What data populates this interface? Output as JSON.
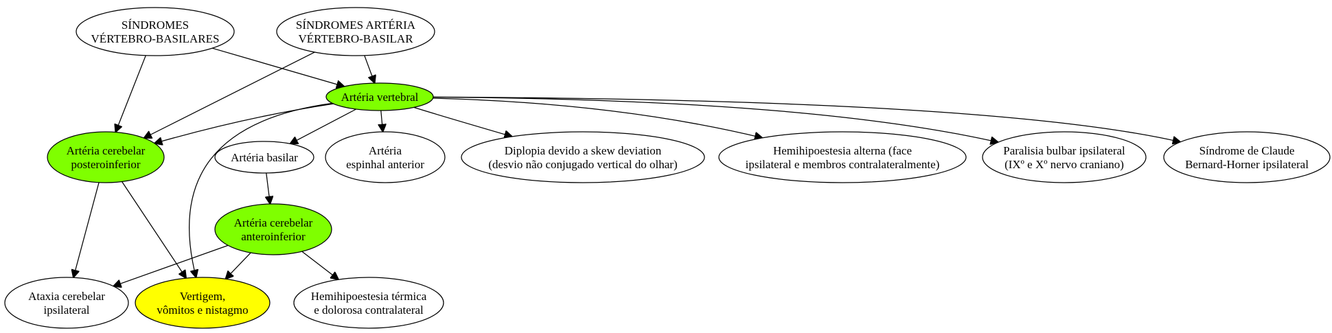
{
  "colors": {
    "default_fill": "#ffffff",
    "highlight_green": "#7fff00",
    "highlight_yellow": "#ffff00",
    "stroke": "#000000"
  },
  "nodes": [
    {
      "id": "sindromes-vertebro-basilares",
      "lines": [
        "SÍNDROMES",
        "VÉRTEBRO-BASILARES"
      ],
      "fill": "default_fill"
    },
    {
      "id": "sindromes-arteria-vertebro-basilar",
      "lines": [
        "SÍNDROMES ARTÉRIA",
        "VÉRTEBRO-BASILAR"
      ],
      "fill": "default_fill"
    },
    {
      "id": "arteria-vertebral",
      "lines": [
        "Artéria vertebral"
      ],
      "fill": "highlight_green"
    },
    {
      "id": "arteria-cerebelar-posteroinferior",
      "lines": [
        "Artéria cerebelar",
        "posteroinferior"
      ],
      "fill": "highlight_green"
    },
    {
      "id": "arteria-basilar",
      "lines": [
        "Artéria basilar"
      ],
      "fill": "default_fill"
    },
    {
      "id": "arteria-espinhal-anterior",
      "lines": [
        "Artéria",
        "espinhal anterior"
      ],
      "fill": "default_fill"
    },
    {
      "id": "diplopia",
      "lines": [
        "Diplopia devido a skew deviation",
        "(desvio não conjugado vertical do olhar)"
      ],
      "fill": "default_fill"
    },
    {
      "id": "hemihipoestesia-alterna",
      "lines": [
        "Hemihipoestesia alterna (face",
        "ipsilateral e membros contralateralmente)"
      ],
      "fill": "default_fill"
    },
    {
      "id": "paralisia-bulbar",
      "lines": [
        "Paralisia bulbar ipsilateral",
        "(IXº e Xº nervo craniano)"
      ],
      "fill": "default_fill"
    },
    {
      "id": "sindrome-claude-bernard-horner",
      "lines": [
        "Síndrome de Claude",
        "Bernard-Horner ipsilateral"
      ],
      "fill": "default_fill"
    },
    {
      "id": "arteria-cerebelar-anteroinferior",
      "lines": [
        "Artéria cerebelar",
        "anteroinferior"
      ],
      "fill": "highlight_green"
    },
    {
      "id": "ataxia-cerebelar",
      "lines": [
        "Ataxia cerebelar",
        "ipsilateral"
      ],
      "fill": "default_fill"
    },
    {
      "id": "vertigem",
      "lines": [
        "Vertigem,",
        "vômitos e nistagmo"
      ],
      "fill": "highlight_yellow"
    },
    {
      "id": "hemihipoestesia-termica",
      "lines": [
        "Hemihipoestesia térmica",
        "e dolorosa contralateral"
      ],
      "fill": "default_fill"
    }
  ],
  "edges": [
    {
      "from": "sindromes-vertebro-basilares",
      "to": "arteria-vertebral"
    },
    {
      "from": "sindromes-vertebro-basilares",
      "to": "arteria-cerebelar-posteroinferior"
    },
    {
      "from": "sindromes-arteria-vertebro-basilar",
      "to": "arteria-vertebral"
    },
    {
      "from": "sindromes-arteria-vertebro-basilar",
      "to": "arteria-cerebelar-posteroinferior"
    },
    {
      "from": "arteria-vertebral",
      "to": "arteria-cerebelar-posteroinferior"
    },
    {
      "from": "arteria-vertebral",
      "to": "vertigem"
    },
    {
      "from": "arteria-vertebral",
      "to": "arteria-basilar"
    },
    {
      "from": "arteria-vertebral",
      "to": "arteria-espinhal-anterior"
    },
    {
      "from": "arteria-vertebral",
      "to": "diplopia"
    },
    {
      "from": "arteria-vertebral",
      "to": "hemihipoestesia-alterna"
    },
    {
      "from": "arteria-vertebral",
      "to": "paralisia-bulbar"
    },
    {
      "from": "arteria-vertebral",
      "to": "sindrome-claude-bernard-horner"
    },
    {
      "from": "arteria-cerebelar-posteroinferior",
      "to": "ataxia-cerebelar"
    },
    {
      "from": "arteria-cerebelar-posteroinferior",
      "to": "vertigem"
    },
    {
      "from": "arteria-basilar",
      "to": "arteria-cerebelar-anteroinferior"
    },
    {
      "from": "arteria-cerebelar-anteroinferior",
      "to": "ataxia-cerebelar"
    },
    {
      "from": "arteria-cerebelar-anteroinferior",
      "to": "vertigem"
    },
    {
      "from": "arteria-cerebelar-anteroinferior",
      "to": "hemihipoestesia-termica"
    }
  ]
}
